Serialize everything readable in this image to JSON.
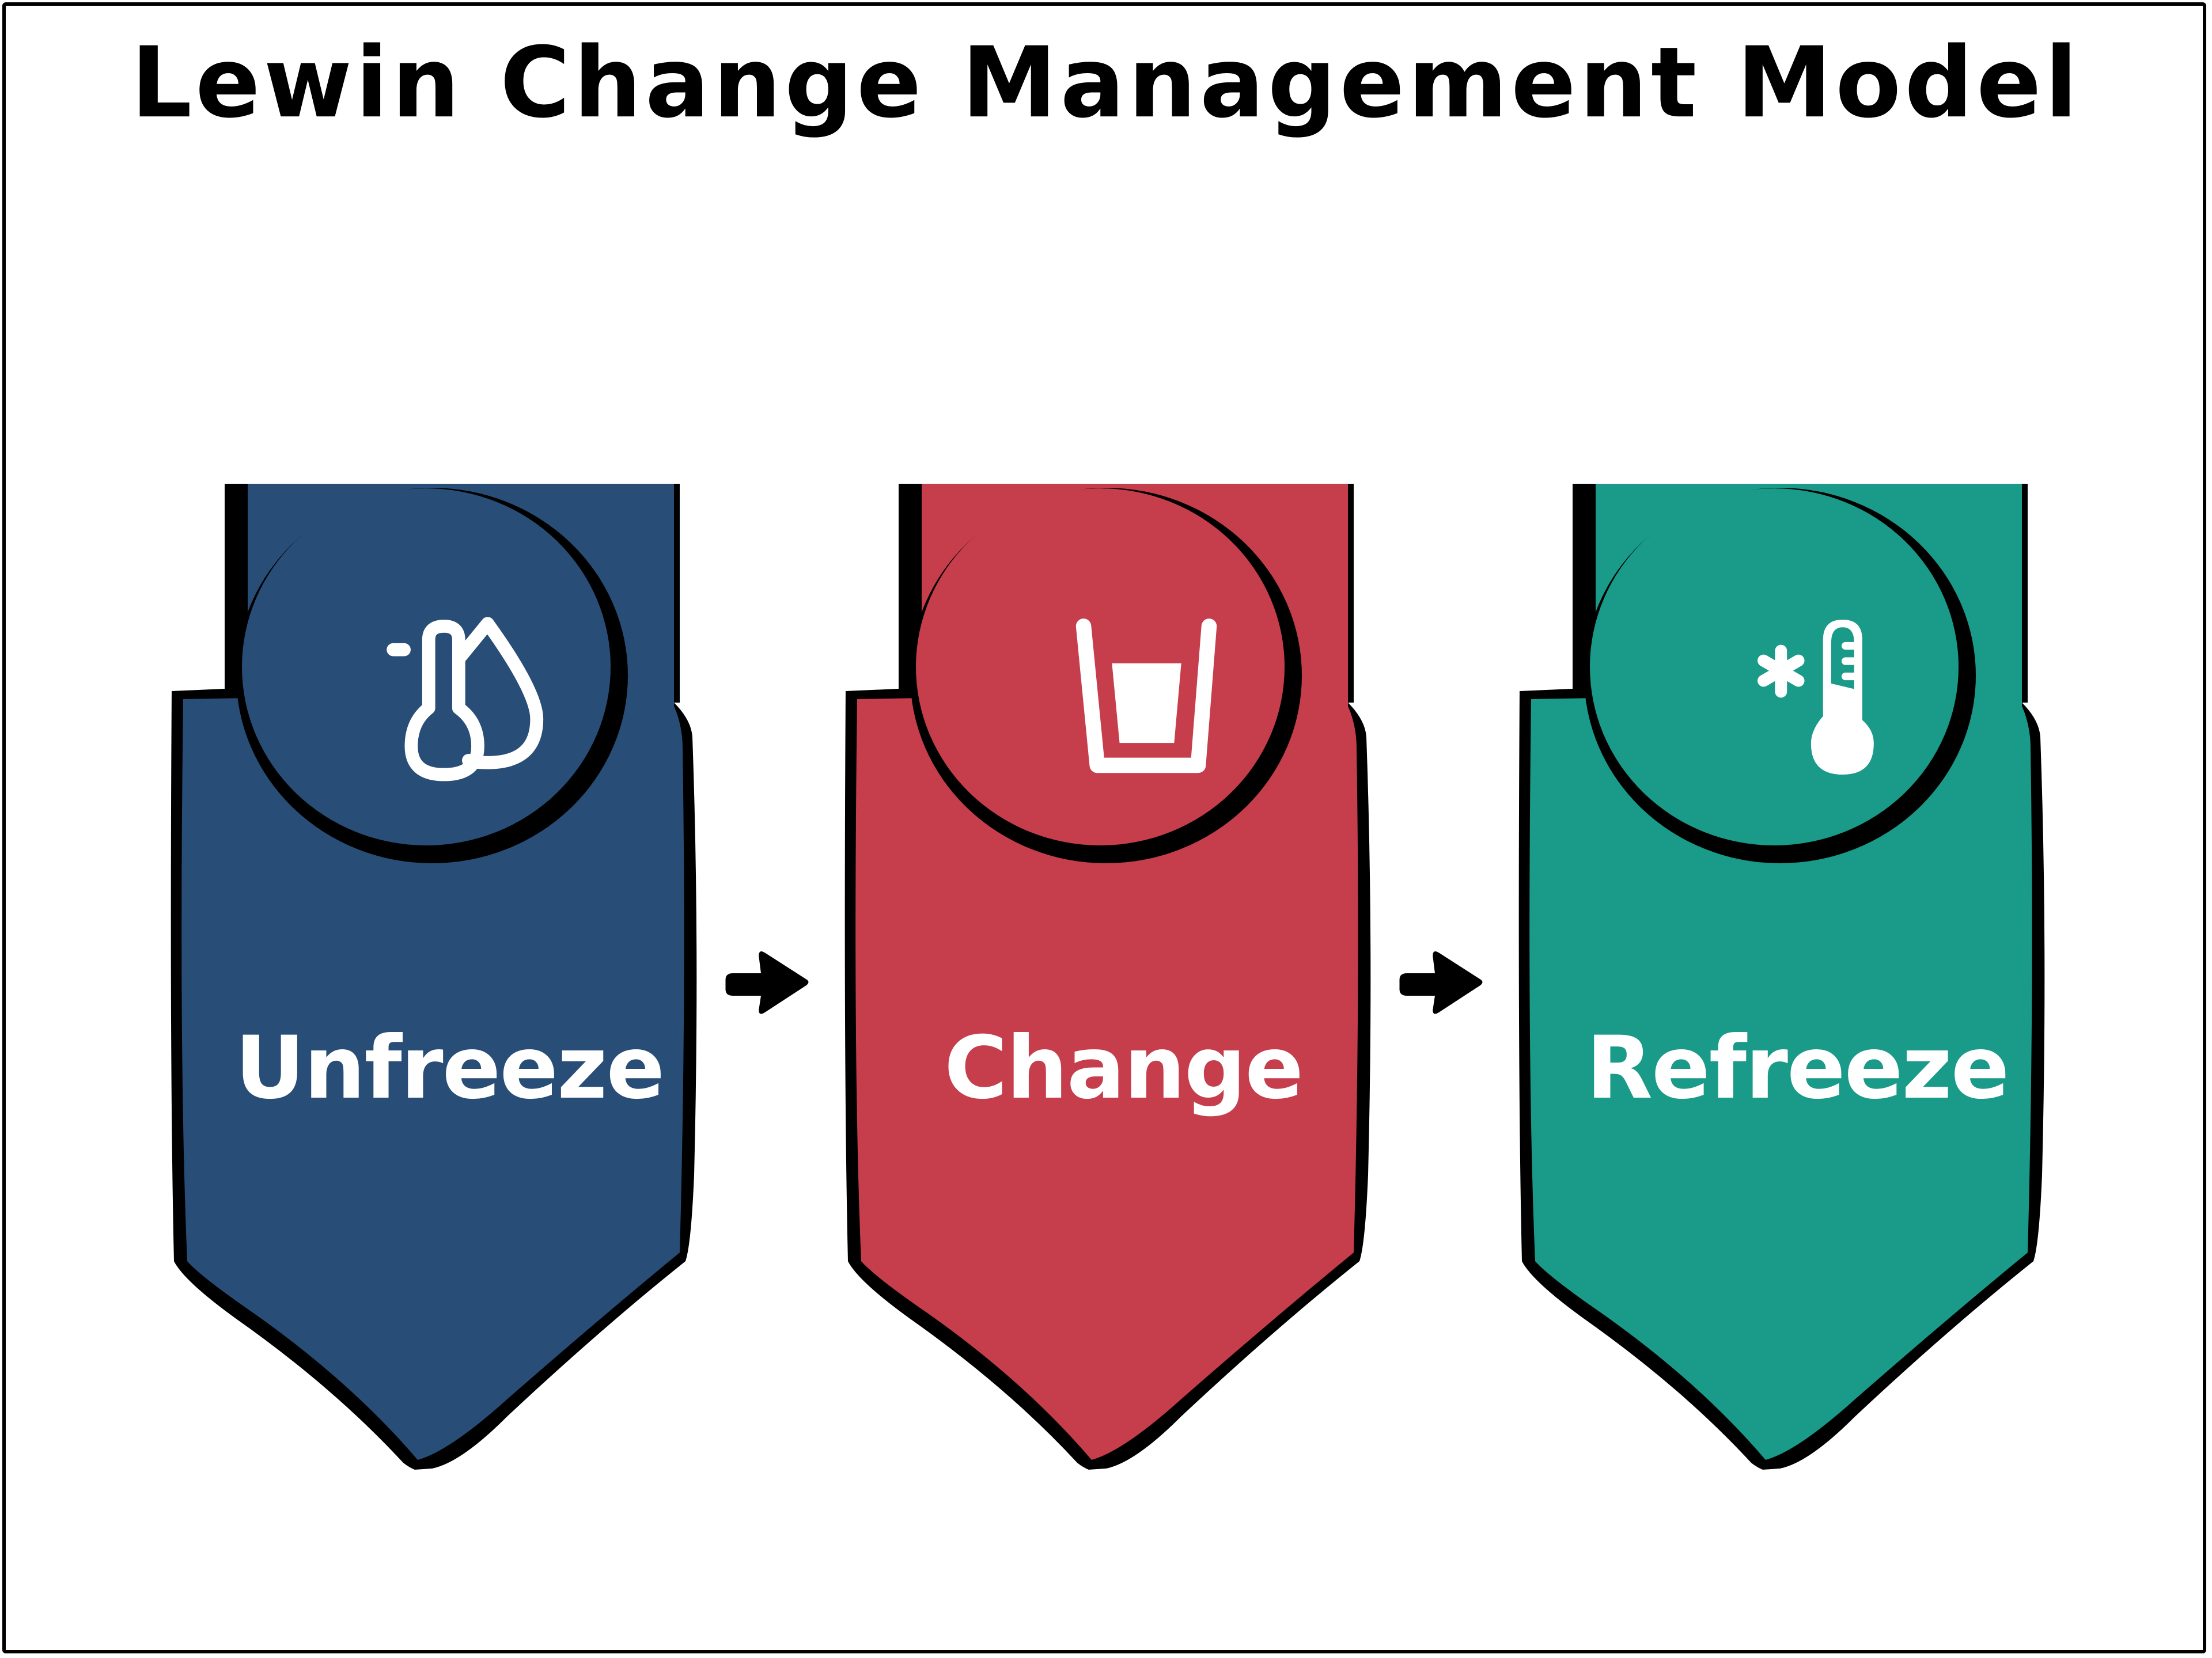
{
  "title": "Lewin Change Management Model",
  "colors": {
    "unfreeze": "#284d77",
    "change": "#c63d4c",
    "refreeze": "#1a9a89",
    "outline": "#000000",
    "icon": "#ffffff"
  },
  "stages": [
    {
      "label": "Unfreeze",
      "icon": "thermometer-droplet-icon",
      "color": "#284d77"
    },
    {
      "label": "Change",
      "icon": "glass-water-icon",
      "color": "#c63d4c"
    },
    {
      "label": "Refreeze",
      "icon": "snowflake-thermometer-icon",
      "color": "#1a9a89"
    }
  ],
  "connectors": [
    {
      "from": "Unfreeze",
      "to": "Change",
      "icon": "arrow-right-icon"
    },
    {
      "from": "Change",
      "to": "Refreeze",
      "icon": "arrow-right-icon"
    }
  ]
}
